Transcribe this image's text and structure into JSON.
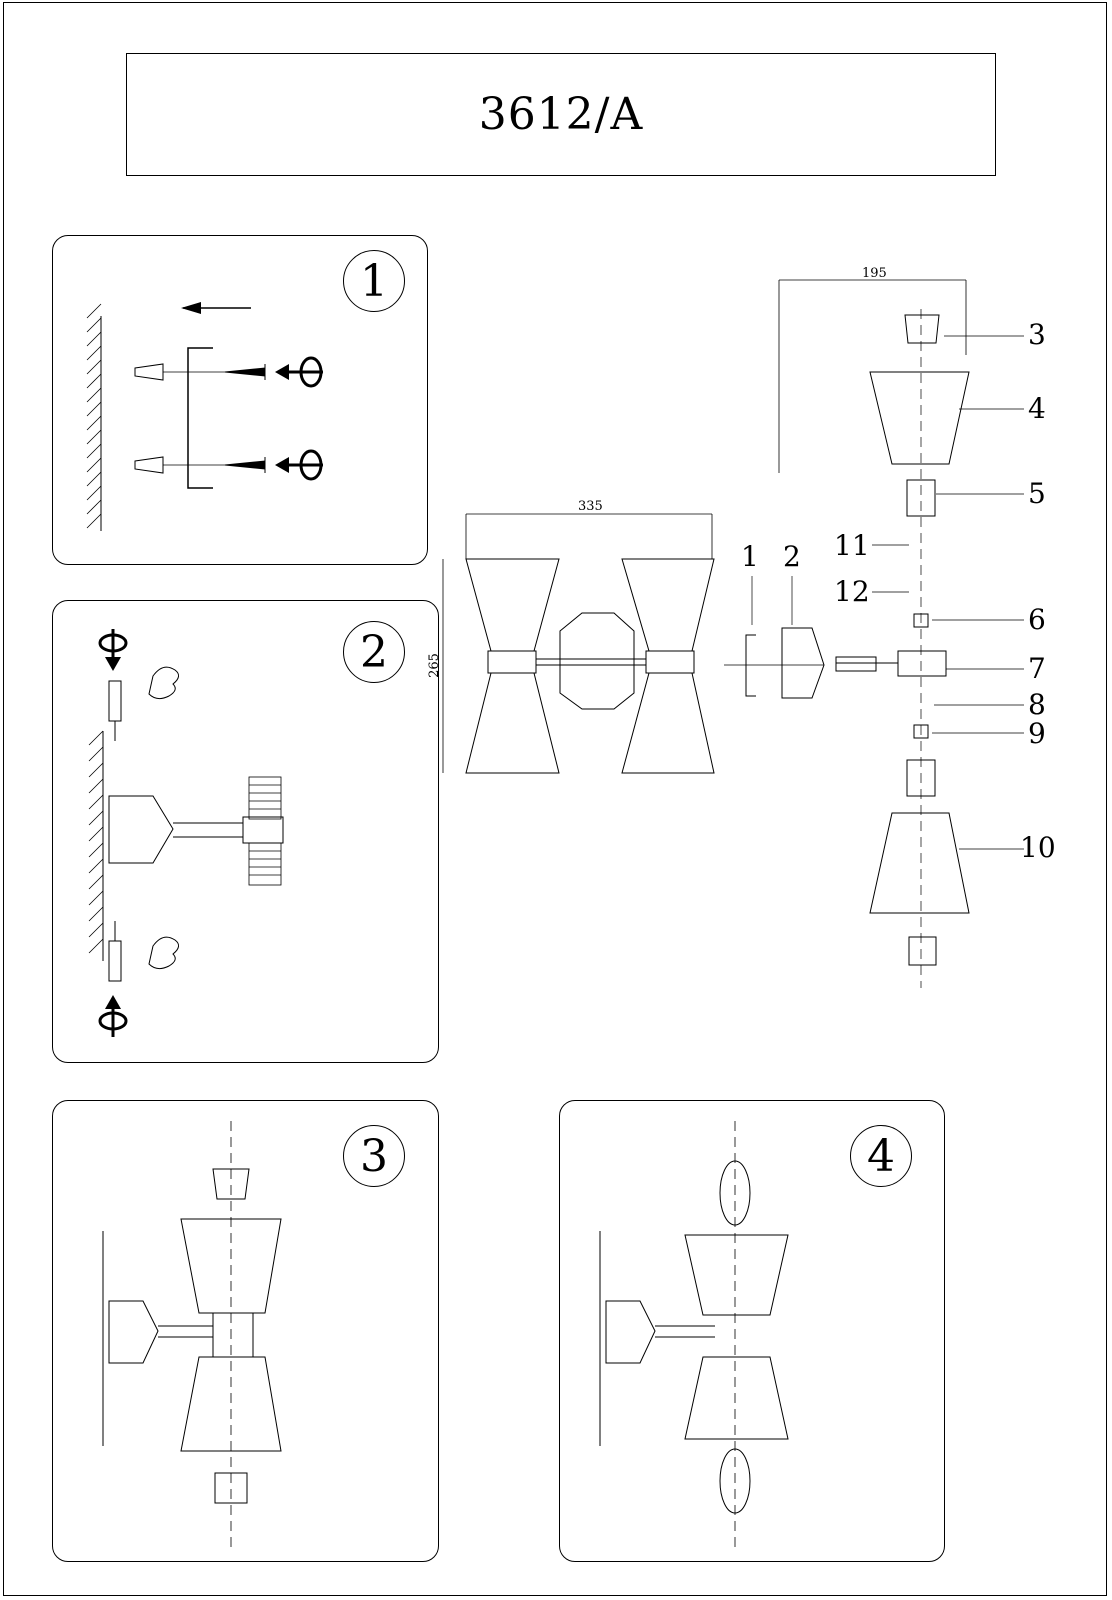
{
  "title": "3612/A",
  "steps": [
    "1",
    "2",
    "3",
    "4"
  ],
  "dimensions": {
    "shade_width": "195",
    "fixture_width": "335",
    "fixture_height": "265"
  },
  "part_labels": [
    "1",
    "2",
    "3",
    "4",
    "5",
    "11",
    "12",
    "6",
    "7",
    "8",
    "9",
    "10"
  ]
}
